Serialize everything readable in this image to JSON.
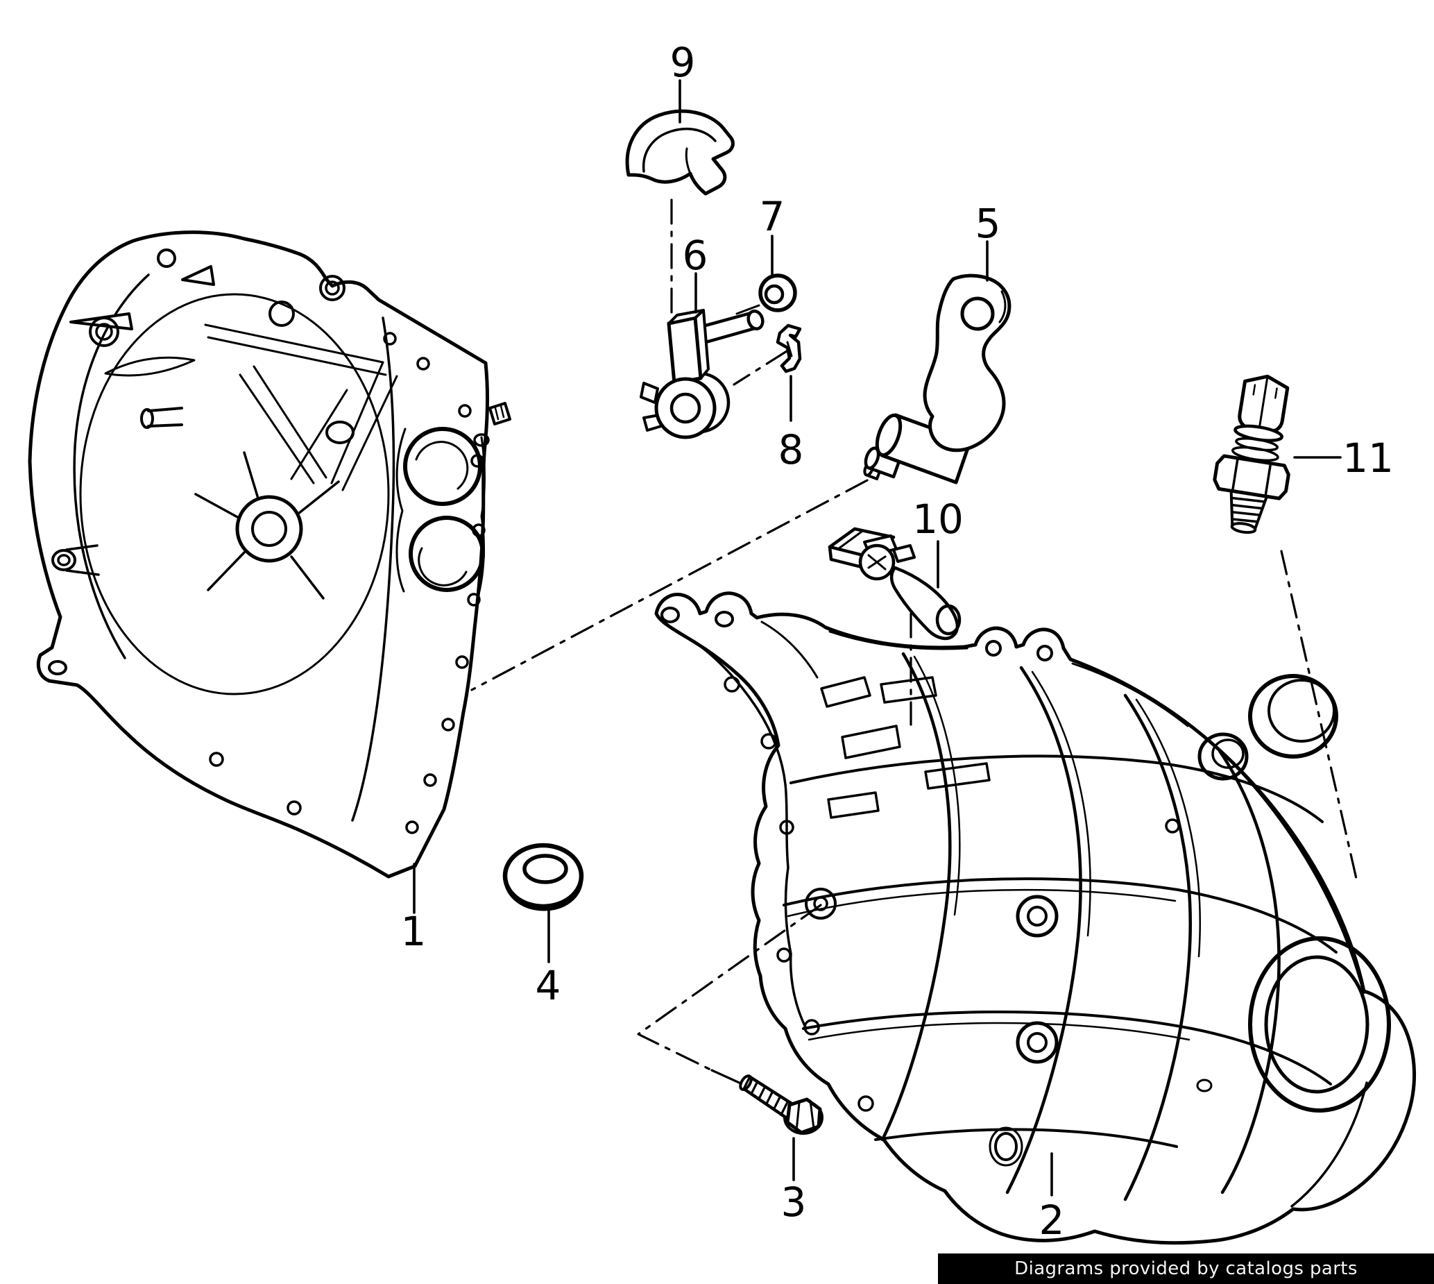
{
  "watermark": {
    "text": "Diagrams provided by catalogs parts"
  },
  "colors": {
    "line": "#000000",
    "background": "#ffffff",
    "watermark_bg": "#000000",
    "watermark_text": "#f5f5f5"
  },
  "callouts": [
    {
      "number": "1"
    },
    {
      "number": "2"
    },
    {
      "number": "3"
    },
    {
      "number": "4"
    },
    {
      "number": "5"
    },
    {
      "number": "6"
    },
    {
      "number": "7"
    },
    {
      "number": "8"
    },
    {
      "number": "9"
    },
    {
      "number": "10"
    },
    {
      "number": "11"
    }
  ]
}
